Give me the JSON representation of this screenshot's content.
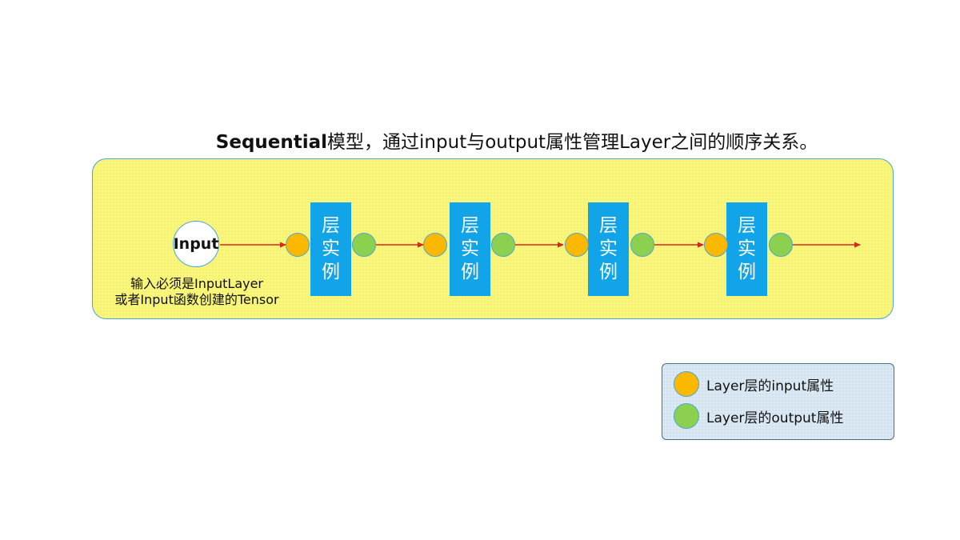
{
  "title": {
    "bold": "Sequential",
    "rest": "模型，通过input与output属性管理Layer之间的顺序关系。"
  },
  "input_node": {
    "label": "Input",
    "note_line1": "输入必须是InputLayer",
    "note_line2": "或者Input函数创建的Tensor"
  },
  "layers": [
    {
      "label": "层实例"
    },
    {
      "label": "层实例"
    },
    {
      "label": "层实例"
    },
    {
      "label": "层实例"
    }
  ],
  "legend": {
    "items": [
      {
        "label": "Layer层的input属性",
        "color": "#fbb800"
      },
      {
        "label": "Layer层的output属性",
        "color": "#8bd04e"
      }
    ]
  },
  "colors": {
    "band_fill": "#f9f67a",
    "layer_box": "#12a4e8",
    "input_attr": "#fbb800",
    "output_attr": "#8bd04e",
    "arrow": "#d8281c",
    "border": "#4aa6d8"
  }
}
